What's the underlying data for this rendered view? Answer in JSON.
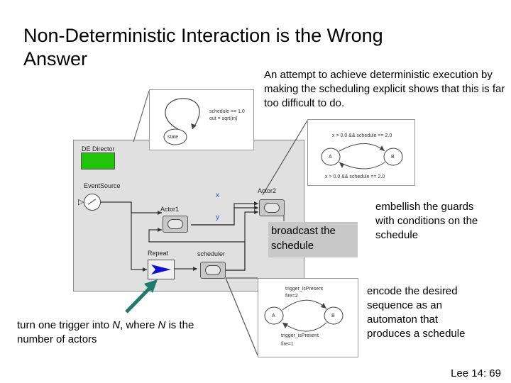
{
  "slide": {
    "title": "Non-Deterministic Interaction is the Wrong Answer",
    "intro_note": "An attempt to achieve deterministic execution by making the scheduling explicit shows that this is far too difficult to do.",
    "left_note_pre": "turn one trigger into ",
    "left_note_N1": "N",
    "left_note_mid": ", where ",
    "left_note_N2": "N",
    "left_note_post": " is the number of actors",
    "broadcast_label": "broadcast the schedule",
    "embellish_note": "embellish the guards with conditions on the schedule",
    "encode_note": "encode the desired sequence as an automaton that produces a schedule",
    "footer": "Lee 14: 69"
  },
  "diagram": {
    "director": "DE Director",
    "event_source": "EventSource",
    "actor1": "Actor1",
    "actor2": "Actor2",
    "repeat": "Repeat",
    "scheduler": "scheduler",
    "port_x": "x",
    "port_y": "y",
    "state": "state",
    "state_guard1": "schedule == 1.0",
    "state_guard2": "out = sqrt(in)",
    "fsm_top_guard": "x > 0.0 && schedule == 2.0",
    "fsm_bottom_guard": "x > 0.0 && schedule == 2.0",
    "fsm_A": "A",
    "fsm_B": "B",
    "sched_top1": "trigger_isPresent",
    "sched_top2": "fire=2",
    "sched_bot1": "trigger_isPresent",
    "sched_bot2": "fire=1",
    "sched_A": "A",
    "sched_B": "B"
  },
  "colors": {
    "arrow": "#1f7a6c",
    "director_green": "#22c40a",
    "repeat_blue": "#1010d0",
    "callout_gray": "#c8c8c8",
    "diagram_bg": "#e0e0e0"
  }
}
